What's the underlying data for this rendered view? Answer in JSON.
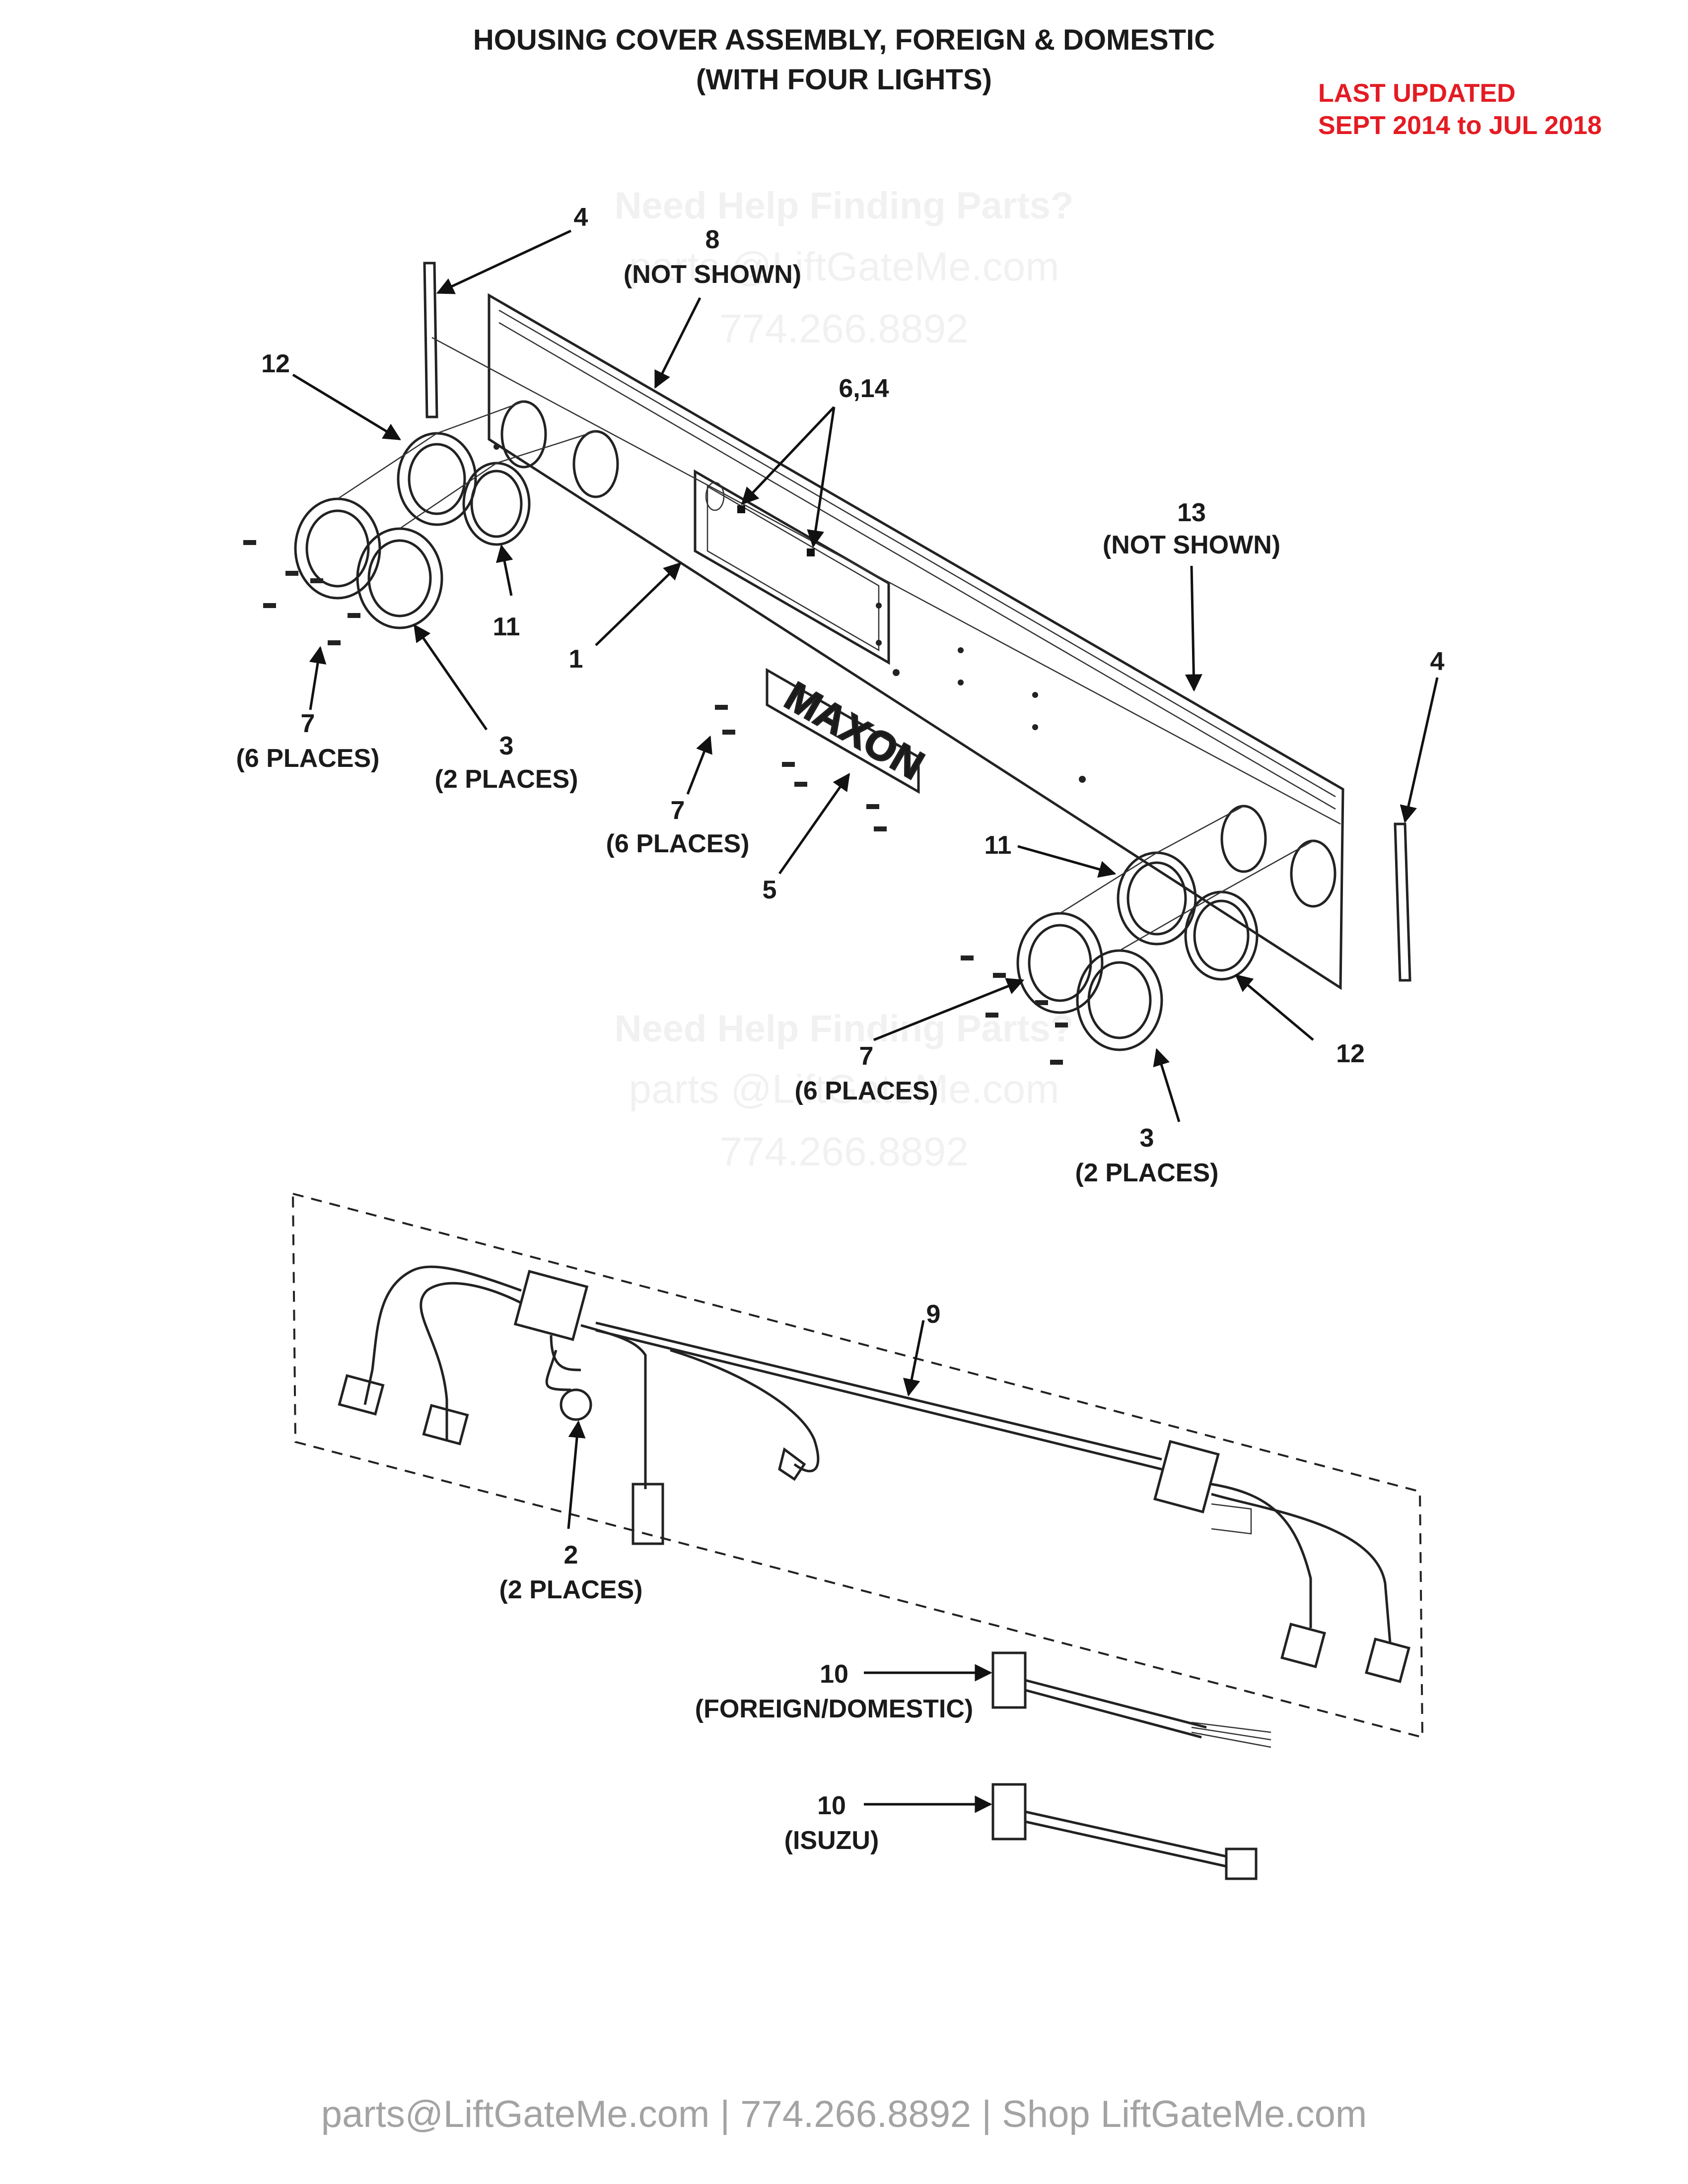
{
  "title": {
    "line1": "HOUSING COVER ASSEMBLY, FOREIGN & DOMESTIC",
    "line2": "(WITH FOUR LIGHTS)"
  },
  "update_note": {
    "line1": "LAST UPDATED",
    "line2": "SEPT 2014 to JUL 2018"
  },
  "watermark": {
    "help": "Need Help Finding Parts?",
    "email": "parts @LiftGateMe.com",
    "phone": "774.266.8892"
  },
  "brand_plate": "MAXON",
  "callouts": {
    "c4_left": "4",
    "c8": "8",
    "c8_note": "(NOT SHOWN)",
    "c12_left": "12",
    "c6_14": "6,14",
    "c13": "13",
    "c13_note": "(NOT SHOWN)",
    "c4_right": "4",
    "c11_left": "11",
    "c1": "1",
    "c7_left": "7",
    "c7_left_note": "(6 PLACES)",
    "c3_left": "3",
    "c3_left_note": "(2 PLACES)",
    "c7_mid": "7",
    "c7_mid_note": "(6 PLACES)",
    "c5": "5",
    "c11_right": "11",
    "c12_right": "12",
    "c7_right": "7",
    "c7_right_note": "(6 PLACES)",
    "c3_right": "3",
    "c3_right_note": "(2 PLACES)",
    "c9": "9",
    "c2": "2",
    "c2_note": "(2 PLACES)",
    "c10_fd": "10",
    "c10_fd_note": "(FOREIGN/DOMESTIC)",
    "c10_isuzu": "10",
    "c10_isuzu_note": "(ISUZU)"
  },
  "footer": "parts@LiftGateMe.com | 774.266.8892 | Shop LiftGateMe.com",
  "colors": {
    "ink": "#1a1a1a",
    "update_red": "#e41b23",
    "footer_gray": "#a3a3a3",
    "watermark_gray": "#f1f1f1"
  }
}
